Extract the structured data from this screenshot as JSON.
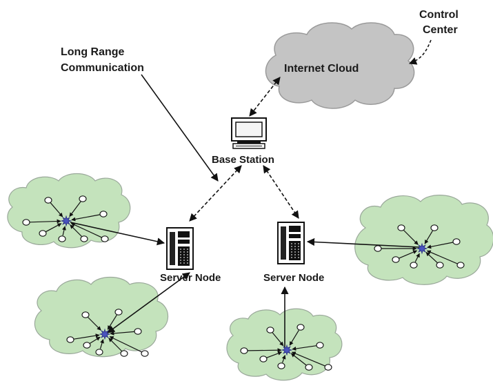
{
  "labels": {
    "control_center_line1": "Control",
    "control_center_line2": "Center",
    "long_range_line1": "Long Range",
    "long_range_line2": "Communication",
    "internet_cloud": "Internet Cloud",
    "base_station": "Base Station",
    "server_node_left": "Server Node",
    "server_node_right": "Server Node"
  },
  "colors": {
    "internet_cloud_fill": "#c4c4c4",
    "sensor_cloud_fill": "#c4e3bc",
    "cluster_head": "#4a54c0",
    "line": "#111111"
  },
  "icons": {
    "base_station": "computer-icon",
    "server": "server-tower-icon",
    "cluster_head": "star-node-icon",
    "sensor": "sensor-node-icon"
  }
}
